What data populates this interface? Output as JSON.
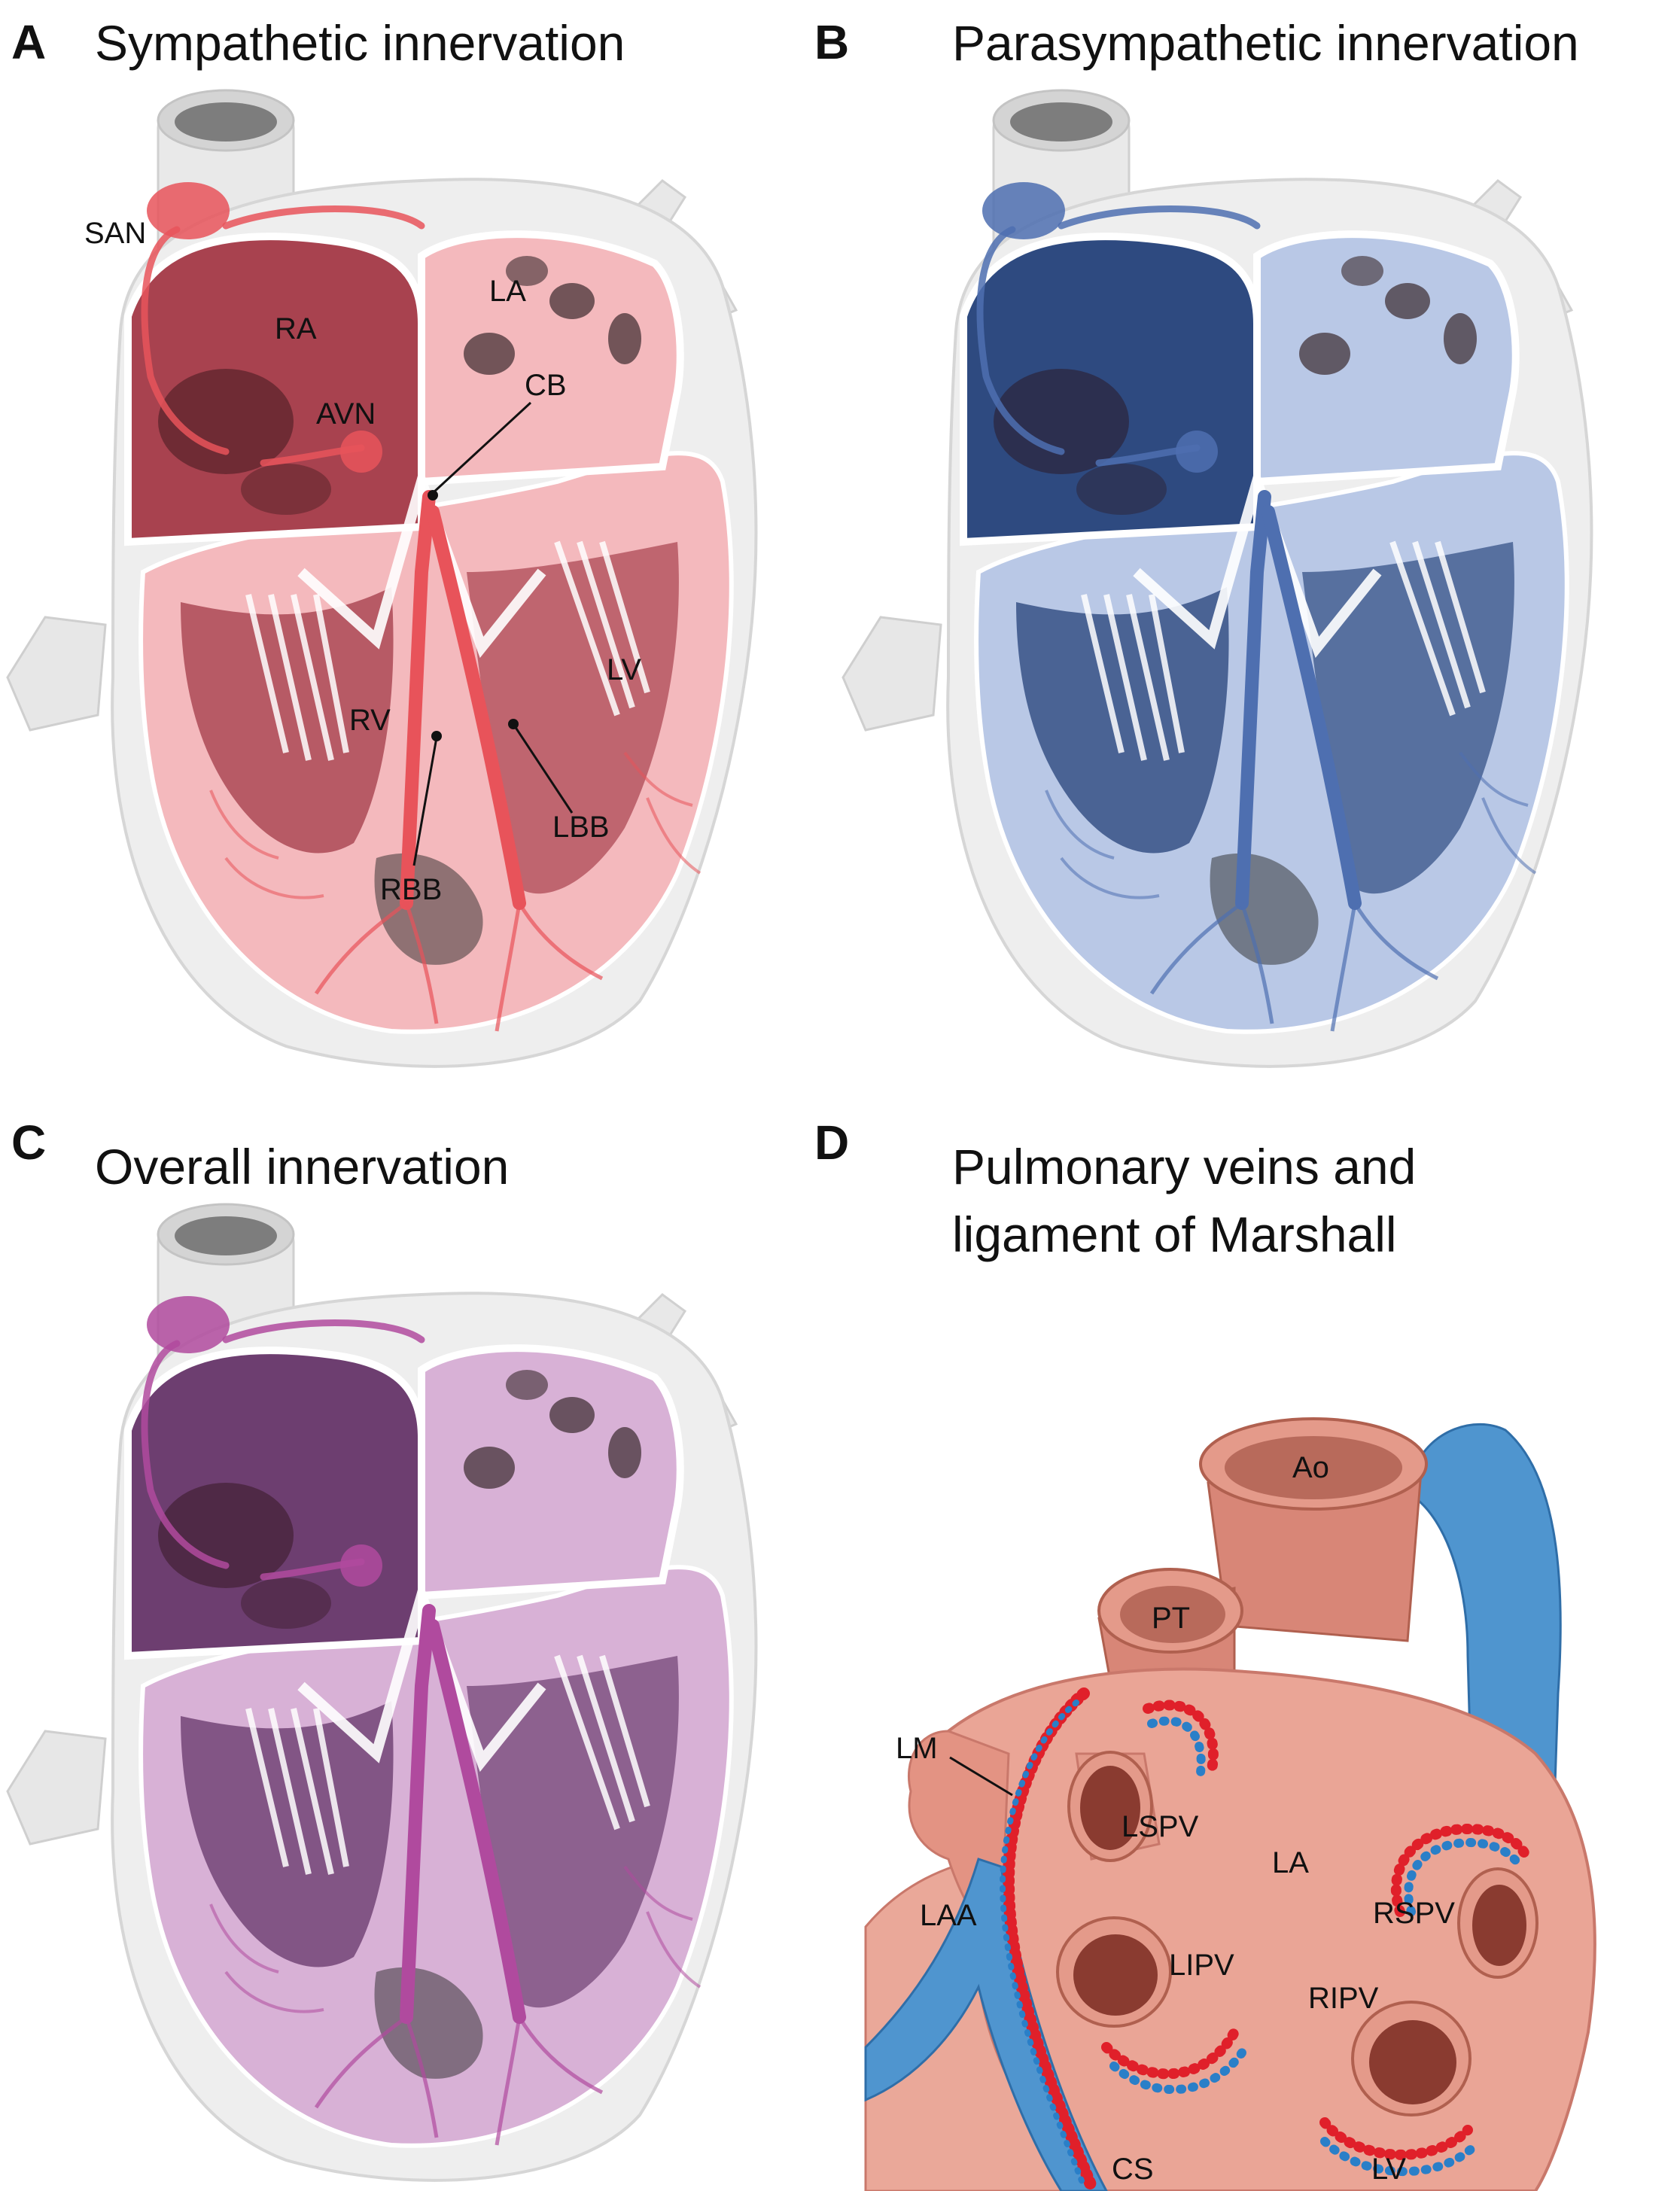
{
  "panels": {
    "a": {
      "letter": "A",
      "title": "Sympathetic innervation",
      "labels": {
        "san": "SAN",
        "ra": "RA",
        "la": "LA",
        "avn": "AVN",
        "cb": "CB",
        "rv": "RV",
        "lv": "LV",
        "rbb": "RBB",
        "lbb": "LBB"
      },
      "colors": {
        "accent": "#e8535a",
        "chamber": "#a8424f",
        "tissue": "#f4b9bd"
      }
    },
    "b": {
      "letter": "B",
      "title": "Parasympathetic innervation",
      "colors": {
        "accent": "#4e6fb0",
        "chamber": "#2e4a80",
        "tissue": "#b9c8e6"
      }
    },
    "c": {
      "letter": "C",
      "title": "Overall innervation",
      "colors": {
        "accent": "#b04a9e",
        "chamber": "#6d3e70",
        "tissue": "#d8b1d6"
      }
    },
    "d": {
      "letter": "D",
      "title_line1": "Pulmonary veins and",
      "title_line2": "ligament of Marshall",
      "labels": {
        "ao": "Ao",
        "pt": "PT",
        "lm": "LM",
        "lspv": "LSPV",
        "la": "LA",
        "rspv": "RSPV",
        "laa": "LAA",
        "lipv": "LIPV",
        "ripv": "RIPV",
        "cs": "CS",
        "lv": "LV"
      },
      "colors": {
        "tissue": "#e89a8a",
        "vessel": "#4f95cf",
        "dot_red": "#e0202a",
        "dot_blue": "#2a7fc8"
      }
    }
  }
}
